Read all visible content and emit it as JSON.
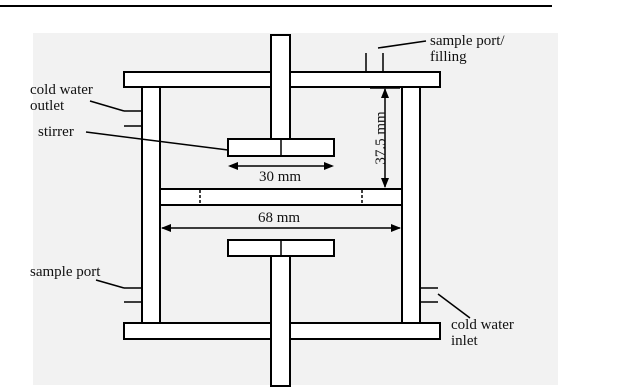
{
  "labels": {
    "sample_port_filling_line1": "sample port/",
    "sample_port_filling_line2": "filling",
    "cold_water_outlet_line1": "cold water",
    "cold_water_outlet_line2": "outlet",
    "stirrer": "stirrer",
    "sample_port": "sample port",
    "cold_water_inlet_line1": "cold water",
    "cold_water_inlet_line2": "inlet"
  },
  "dimensions": {
    "impeller_width": "30 mm",
    "inner_diameter": "68 mm",
    "height": "37.5 mm"
  }
}
